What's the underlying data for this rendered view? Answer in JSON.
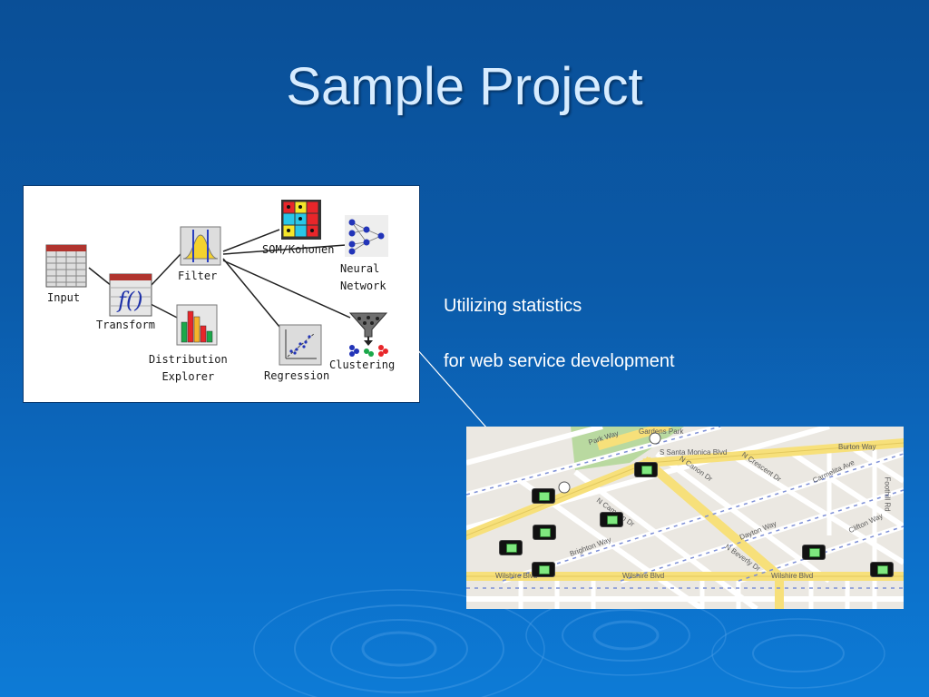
{
  "slide": {
    "title": "Sample Project",
    "lines": [
      "Utilizing statistics",
      "for web service development"
    ]
  },
  "workflow": {
    "nodes": [
      {
        "id": "input",
        "label": "Input",
        "icon": "table-icon"
      },
      {
        "id": "transform",
        "label": "Transform",
        "icon": "function-icon"
      },
      {
        "id": "filter",
        "label": "Filter",
        "icon": "bell-curve-icon"
      },
      {
        "id": "som",
        "label": "SOM/Kohonen",
        "icon": "grid-map-icon"
      },
      {
        "id": "neural",
        "label": "Neural",
        "label2": "Network",
        "icon": "neural-network-icon"
      },
      {
        "id": "distribution",
        "label": "Distribution",
        "label2": "Explorer",
        "icon": "bar-chart-icon"
      },
      {
        "id": "regression",
        "label": "Regression",
        "icon": "scatter-plot-icon"
      },
      {
        "id": "clustering",
        "label": "Clustering",
        "icon": "funnel-icon"
      }
    ]
  },
  "map": {
    "streets": [
      "Gardens Park",
      "S Santa Monica Blvd",
      "Burton Way",
      "Wilshire Blvd",
      "Park Way",
      "Brighton Way",
      "Dayton Way",
      "N Camden Dr",
      "N Crescent Dr",
      "N Canon Dr",
      "N Beverly Dr",
      "Foothill Rd",
      "Clifton Way",
      "Carmelita Ave"
    ],
    "markers_count": 8
  },
  "colors": {
    "background": "#0b5aa8",
    "title": "#d7ecff",
    "road_major": "#f7e07a",
    "road_minor": "#ffffff",
    "map_bg": "#ebe8e2",
    "park": "#b9d9a0"
  }
}
